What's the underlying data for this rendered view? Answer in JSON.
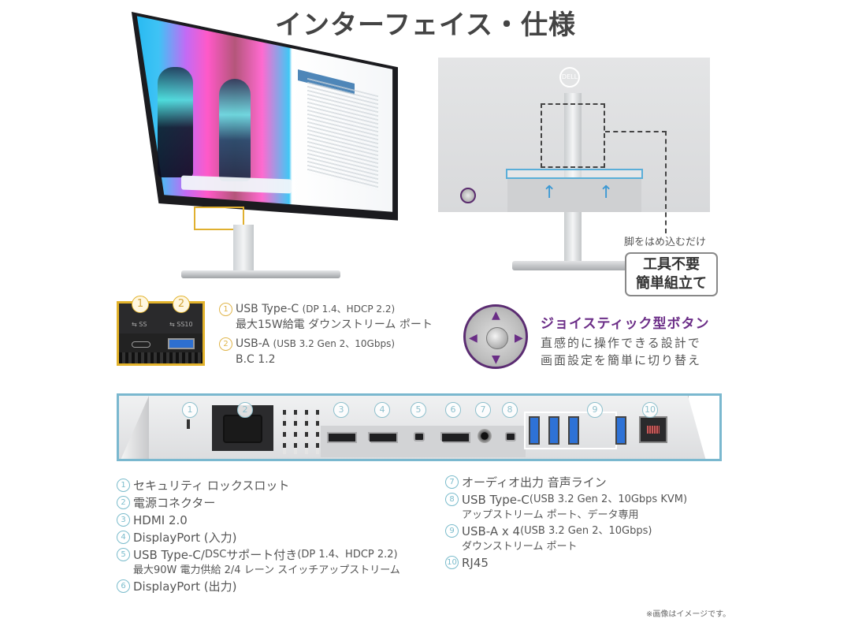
{
  "title": "インターフェイス・仕様",
  "front_monitor": {
    "highlight_color": "#e0b030"
  },
  "back_monitor": {
    "logo": "DELL",
    "stand_caption": "脚をはめ込むだけ",
    "tool_box": {
      "line1": "工具不要",
      "line2": "簡単組立て"
    },
    "bracket_color": "#5aaed8"
  },
  "side_ports": {
    "closeup": {
      "numbers": [
        "1",
        "2"
      ],
      "symbols": [
        "⇆ SS",
        "⇆ SS10"
      ]
    },
    "items": [
      {
        "num": "1",
        "name": "USB Type-C",
        "detail": "(DP 1.4、HDCP 2.2)",
        "line2": "最大15W給電 ダウンストリーム ポート"
      },
      {
        "num": "2",
        "name": "USB-A",
        "detail": "(USB 3.2 Gen 2、10Gbps)",
        "line2": "B.C 1.2"
      }
    ],
    "accent_color": "#e0b54a"
  },
  "joystick": {
    "title": "ジョイスティック型ボタン",
    "desc_line1": "直感的に操作できる設計で",
    "desc_line2": "画面設定を簡単に切り替え",
    "accent_color": "#6b2d87"
  },
  "rear_ports": {
    "numbers": [
      "1",
      "2",
      "3",
      "4",
      "5",
      "6",
      "7",
      "8",
      "9",
      "10"
    ],
    "frame_color": "#7ab8cf"
  },
  "legend_left": [
    {
      "num": "1",
      "text": "セキュリティ ロックスロット"
    },
    {
      "num": "2",
      "text": "電源コネクター"
    },
    {
      "num": "3",
      "text": "HDMI 2.0"
    },
    {
      "num": "4",
      "text": "DisplayPort (入力)"
    },
    {
      "num": "5",
      "text": "USB Type-C/",
      "sub": "DSC",
      "text2": " サポート付き ",
      "detail": "(DP 1.4、HDCP 2.2)",
      "line2": "最大90W 電力供給 2/4 レーン スイッチアップストリーム"
    },
    {
      "num": "6",
      "text": "DisplayPort (出力)"
    }
  ],
  "legend_right": [
    {
      "num": "7",
      "text": "オーディオ出力 音声ライン"
    },
    {
      "num": "8",
      "text": "USB Type-C ",
      "detail": "(USB 3.2 Gen 2、10Gbps KVM)",
      "line2": "アップストリーム ポート、データ専用"
    },
    {
      "num": "9",
      "text": "USB-A x 4 ",
      "detail": "(USB 3.2 Gen 2、10Gbps)",
      "line2": "ダウンストリーム ポート"
    },
    {
      "num": "10",
      "text": "RJ45"
    }
  ],
  "note": "※画像はイメージです。"
}
